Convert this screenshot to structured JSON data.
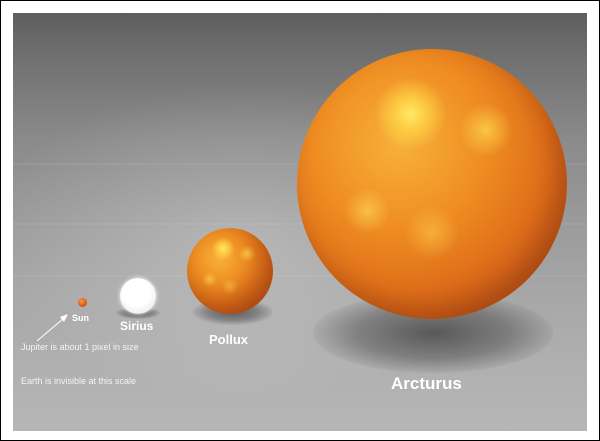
{
  "labels": {
    "sun": "Sun",
    "sirius": "Sirius",
    "pollux": "Pollux",
    "arcturus": "Arcturus"
  },
  "notes": {
    "jupiter": "Jupiter is about 1 pixel in size",
    "earth": "Earth is invisible at this scale"
  },
  "colors": {
    "background_top": "#5e5e5e",
    "background_bottom": "#b6b6b6",
    "orange_star": "#ef8d22",
    "sirius": "#ffffff",
    "label_text": "#ffffff",
    "frame_border": "#000000"
  }
}
